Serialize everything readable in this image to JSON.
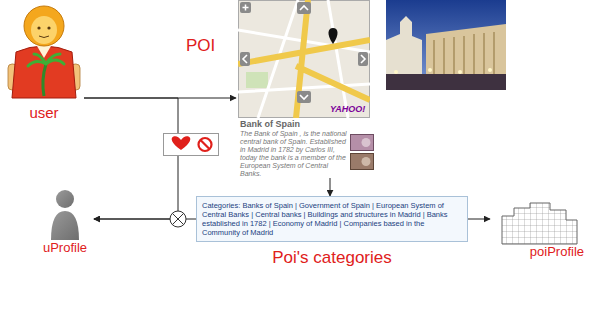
{
  "diagram": {
    "nodes": [
      {
        "text": [
          "user"
        ]
      },
      {
        "text": [
          "POI",
          "Bank of Spain",
          "The Bank of Spain , is the national central bank of Spain. Established in Madrid in 1782 by Carlos III, today the bank is a member of the European System of Central Banks."
        ]
      },
      {
        "text": [
          "uProfile"
        ]
      },
      {
        "text": [
          "Categories: Banks of Spain | Government of Spain | European System of Central Banks | Central banks | Buildings and structures in Madrid | Banks established in 1782 | Economy of Madrid | Companies based in the Community of Madrid",
          "Poi's categories"
        ]
      },
      {
        "text": [
          "poiProfile"
        ]
      }
    ],
    "edges": [
      {
        "from": 0,
        "to": 1,
        "arrow": "to"
      },
      {
        "from": 1,
        "to": 3,
        "arrow": "to"
      },
      {
        "from": 3,
        "to": 4,
        "arrow": "to"
      },
      {
        "from": 0,
        "to": 2,
        "arrow": "to"
      },
      {
        "from": 3,
        "to": 2,
        "arrow": "to"
      }
    ],
    "labels": [
      "YAHOO!"
    ]
  }
}
